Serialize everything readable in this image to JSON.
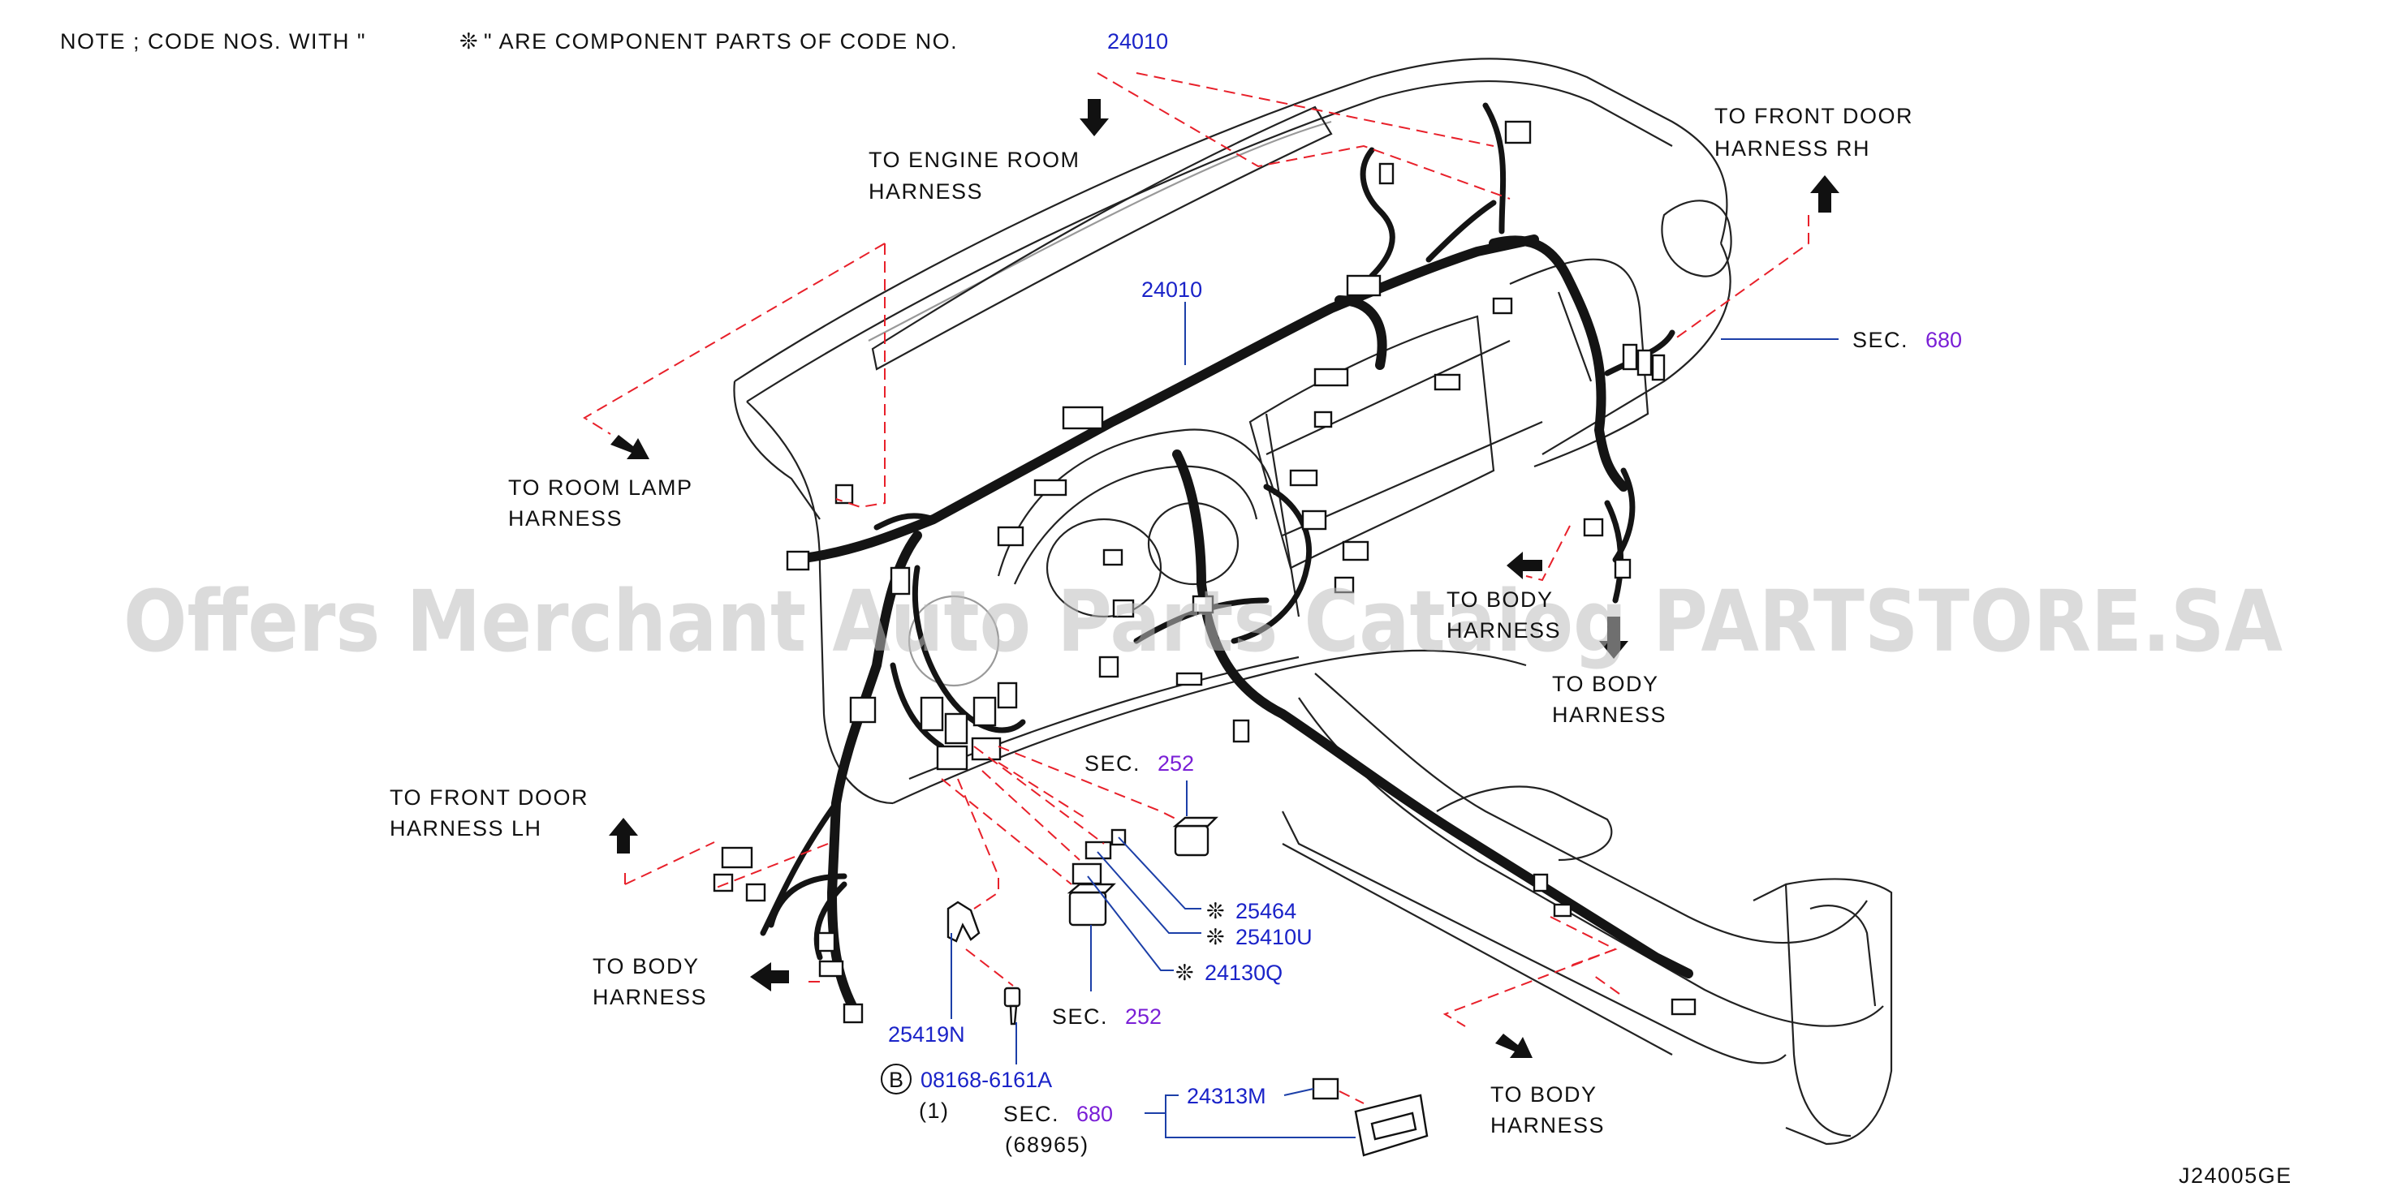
{
  "note": {
    "text_before": "NOTE ; CODE NOS. WITH \"",
    "symbol": "❊",
    "text_after": "\" ARE COMPONENT PARTS OF CODE NO.",
    "code": "24010"
  },
  "labels": {
    "engine_room": [
      "TO ENGINE ROOM",
      "HARNESS"
    ],
    "front_door_rh": [
      "TO FRONT DOOR",
      "HARNESS RH"
    ],
    "room_lamp": [
      "TO ROOM LAMP",
      "HARNESS"
    ],
    "body_center_upper": [
      "TO BODY",
      "HARNESS"
    ],
    "body_center_lower": [
      "TO BODY",
      "HARNESS"
    ],
    "front_door_lh": [
      "TO FRONT DOOR",
      "HARNESS LH"
    ],
    "body_left": [
      "TO BODY",
      "HARNESS"
    ],
    "body_bottom": [
      "TO BODY",
      "HARNESS"
    ]
  },
  "sec_word": "SEC.",
  "sections": {
    "rh": "680",
    "upper_252": "252",
    "lower_252": "252",
    "bottom_680": "680"
  },
  "sec_680_sub": "(68965)",
  "parts": {
    "main_harness": "24010",
    "p25464": "25464",
    "p25410u": "25410U",
    "p24130q": "24130Q",
    "p25419n": "25419N",
    "p08168": "08168-6161A",
    "bolt_letter": "B",
    "bolt_qty": "(1)",
    "p24313m": "24313M"
  },
  "symbol": "❊",
  "watermark": "Offers Merchant Auto Parts Catalog PARTSTORE.SA",
  "figure_id": "J24005GE",
  "colors": {
    "code_blue": "#1a23c8",
    "sec_purple": "#7a1fd6",
    "dash_red": "#e8202a",
    "lead_blue": "#1c3fa8"
  }
}
